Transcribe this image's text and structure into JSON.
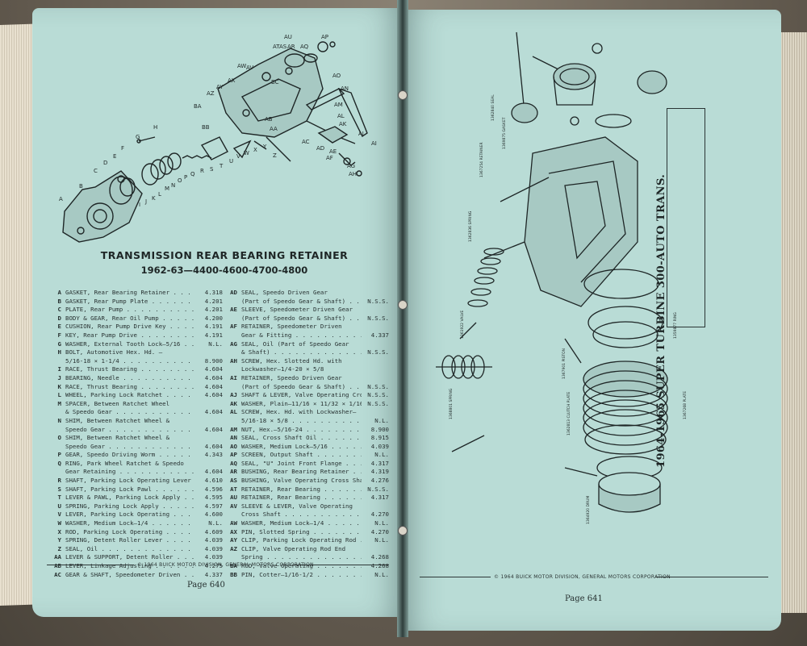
{
  "left_page": {
    "title": "TRANSMISSION REAR BEARING RETAINER",
    "subtitle": "1962-63—4400-4600-4700-4800",
    "parts_col1": [
      {
        "key": "A",
        "desc": "GASKET, Rear Bearing Retainer",
        "num": "4.318"
      },
      {
        "key": "B",
        "desc": "GASKET, Rear Pump Plate",
        "num": "4.201"
      },
      {
        "key": "C",
        "desc": "PLATE, Rear Pump",
        "num": "4.201"
      },
      {
        "key": "D",
        "desc": "BODY & GEAR, Rear Oil Pump",
        "num": "4.200"
      },
      {
        "key": "E",
        "desc": "CUSHION, Rear Pump Drive Key",
        "num": "4.191"
      },
      {
        "key": "F",
        "desc": "KEY, Rear Pump Drive",
        "num": "4.191"
      },
      {
        "key": "G",
        "desc": "WASHER, External Tooth Lock—5/16",
        "num": "N.L."
      },
      {
        "key": "H",
        "desc": "BOLT, Automotive Hex. Hd. —",
        "num": ""
      },
      {
        "key": "",
        "desc": "   5/16-18 × 1-1/4",
        "num": "8.900"
      },
      {
        "key": "I",
        "desc": "RACE, Thrust Bearing",
        "num": "4.604"
      },
      {
        "key": "J",
        "desc": "BEARING, Needle",
        "num": "4.604"
      },
      {
        "key": "K",
        "desc": "RACE, Thrust Bearing",
        "num": "4.604"
      },
      {
        "key": "L",
        "desc": "WHEEL, Parking Lock Ratchet",
        "num": "4.604"
      },
      {
        "key": "M",
        "desc": "SPACER, Between Ratchet Wheel",
        "num": ""
      },
      {
        "key": "",
        "desc": "   & Speedo Gear",
        "num": "4.604"
      },
      {
        "key": "N",
        "desc": "SHIM, Between Ratchet Wheel &",
        "num": ""
      },
      {
        "key": "",
        "desc": "   Speedo Gear",
        "num": "4.604"
      },
      {
        "key": "O",
        "desc": "SHIM, Between Ratchet Wheel &",
        "num": ""
      },
      {
        "key": "",
        "desc": "   Speedo Gear",
        "num": "4.604"
      },
      {
        "key": "P",
        "desc": "GEAR, Speedo Driving Worm",
        "num": "4.343"
      },
      {
        "key": "Q",
        "desc": "RING, Park Wheel Ratchet & Speedo",
        "num": ""
      },
      {
        "key": "",
        "desc": "   Gear Retaining",
        "num": "4.604"
      },
      {
        "key": "R",
        "desc": "SHAFT, Parking Lock Operating Lever",
        "num": "4.610"
      },
      {
        "key": "S",
        "desc": "SHAFT, Parking Lock Pawl",
        "num": "4.596"
      },
      {
        "key": "T",
        "desc": "LEVER & PAWL, Parking Lock Apply",
        "num": "4.595"
      },
      {
        "key": "U",
        "desc": "SPRING, Parking Lock Apply",
        "num": "4.597"
      },
      {
        "key": "V",
        "desc": "LEVER, Parking Lock Operating",
        "num": "4.600"
      },
      {
        "key": "W",
        "desc": "WASHER, Medium Lock—1/4",
        "num": "N.L."
      },
      {
        "key": "X",
        "desc": "ROD, Parking Lock Operating",
        "num": "4.609"
      },
      {
        "key": "Y",
        "desc": "SPRING, Detent Roller Lever",
        "num": "4.039"
      },
      {
        "key": "Z",
        "desc": "SEAL, Oil",
        "num": "4.039"
      },
      {
        "key": "AA",
        "desc": "LEVER & SUPPORT, Detent Roller",
        "num": "4.039"
      },
      {
        "key": "AB",
        "desc": "LEVER, Linkage Adjusting",
        "num": "4.275"
      },
      {
        "key": "AC",
        "desc": "GEAR & SHAFT, Speedometer Driven",
        "num": "4.337"
      }
    ],
    "parts_col2": [
      {
        "key": "AD",
        "desc": "SEAL, Speedo Driven Gear",
        "num": ""
      },
      {
        "key": "",
        "desc": "   (Part of Speedo Gear & Shaft)",
        "num": "N.S.S."
      },
      {
        "key": "AE",
        "desc": "SLEEVE, Speedometer Driven Gear",
        "num": ""
      },
      {
        "key": "",
        "desc": "   (Part of Speedo Gear & Shaft)",
        "num": "N.S.S."
      },
      {
        "key": "AF",
        "desc": "RETAINER, Speedometer Driven",
        "num": ""
      },
      {
        "key": "",
        "desc": "   Gear & Fitting",
        "num": "4.337"
      },
      {
        "key": "AG",
        "desc": "SEAL, Oil (Part of Speedo Gear",
        "num": ""
      },
      {
        "key": "",
        "desc": "   & Shaft)",
        "num": "N.S.S."
      },
      {
        "key": "AH",
        "desc": "SCREW, Hex. Slotted Hd. with",
        "num": ""
      },
      {
        "key": "",
        "desc": "   Lockwasher—1/4-20 × 5/8",
        "num": ""
      },
      {
        "key": "AI",
        "desc": "RETAINER, Speedo Driven Gear",
        "num": ""
      },
      {
        "key": "",
        "desc": "   (Part of Speedo Gear & Shaft)",
        "num": "N.S.S."
      },
      {
        "key": "AJ",
        "desc": "SHAFT & LEVER, Valve Operating Cross",
        "num": "N.S.S."
      },
      {
        "key": "AK",
        "desc": "WASHER, Plain—11/16 × 11/32 × 1/16",
        "num": "N.S.S."
      },
      {
        "key": "AL",
        "desc": "SCREW, Hex. Hd. with Lockwasher—",
        "num": ""
      },
      {
        "key": "",
        "desc": "   5/16-18 × 5/8",
        "num": "N.L."
      },
      {
        "key": "AM",
        "desc": "NUT, Hex.—5/16-24",
        "num": "8.900"
      },
      {
        "key": "AN",
        "desc": "SEAL, Cross Shaft Oil",
        "num": "8.915"
      },
      {
        "key": "AO",
        "desc": "WASHER, Medium Lock—5/16",
        "num": "4.039"
      },
      {
        "key": "AP",
        "desc": "SCREEN, Output Shaft",
        "num": "N.L."
      },
      {
        "key": "AQ",
        "desc": "SEAL, \"U\" Joint Front Flange",
        "num": "4.317"
      },
      {
        "key": "AR",
        "desc": "BUSHING, Rear Bearing Retainer",
        "num": "4.319"
      },
      {
        "key": "AS",
        "desc": "BUSHING, Valve Operating Cross Shaft",
        "num": "4.276"
      },
      {
        "key": "AT",
        "desc": "RETAINER, Rear Bearing",
        "num": "N.S.S."
      },
      {
        "key": "AU",
        "desc": "RETAINER, Rear Bearing",
        "num": "4.317"
      },
      {
        "key": "AV",
        "desc": "SLEEVE & LEVER, Valve Operating",
        "num": ""
      },
      {
        "key": "",
        "desc": "   Cross Shaft",
        "num": "4.270"
      },
      {
        "key": "AW",
        "desc": "WASHER, Medium Lock—1/4",
        "num": "N.L."
      },
      {
        "key": "AX",
        "desc": "PIN, Slotted Spring",
        "num": "4.270"
      },
      {
        "key": "AY",
        "desc": "CLIP, Parking Lock Operating Rod",
        "num": "N.L."
      },
      {
        "key": "AZ",
        "desc": "CLIP, Valve Operating Rod End",
        "num": ""
      },
      {
        "key": "",
        "desc": "   Spring",
        "num": "4.268"
      },
      {
        "key": "BA",
        "desc": "ROD, Valve Operating",
        "num": "4.268"
      },
      {
        "key": "BB",
        "desc": "PIN, Cotter—1/16-1/2",
        "num": "N.L."
      }
    ],
    "copyright": "© 1964 BUICK MOTOR DIVISION, GENERAL MOTORS CORPORATION",
    "page_number": "Page 640",
    "diagram_labels": [
      "A",
      "B",
      "C",
      "D",
      "E",
      "F",
      "G",
      "H",
      "I",
      "J",
      "K",
      "L",
      "M",
      "N",
      "O",
      "P",
      "Q",
      "R",
      "S",
      "T",
      "U",
      "V",
      "W",
      "X",
      "Y",
      "Z",
      "AA",
      "AB",
      "AC",
      "AD",
      "AE",
      "AF",
      "AG",
      "AH",
      "AI",
      "AJ",
      "AK",
      "AL",
      "AM",
      "AN",
      "AO",
      "AP",
      "AQ",
      "AR",
      "AS",
      "AT",
      "AU",
      "AV",
      "AW",
      "AX",
      "AY",
      "AZ",
      "BA",
      "BB",
      "BC"
    ]
  },
  "right_page": {
    "title": "1964-1965 SUPER TURBINE 300-AUTO TRANS.",
    "copyright": "© 1964 BUICK MOTOR DIVISION, GENERAL MOTORS CORPORATION",
    "page_number": "Page 641"
  },
  "colors": {
    "paper": "#b9dcd6",
    "ink": "#1e2626"
  }
}
